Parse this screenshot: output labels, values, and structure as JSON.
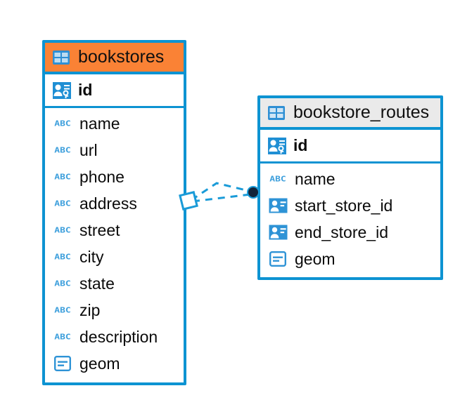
{
  "diagram": {
    "type": "entity-relationship-diagram",
    "accent_color": "#0d93d2",
    "highlight_color": "#fa8235",
    "header_grey": "#eaeaea",
    "entities": [
      {
        "name": "bookstores",
        "header_style": "orange",
        "table_icon": "table-icon",
        "fields": [
          {
            "name": "id",
            "icon": "primary-key-id-icon",
            "type": "pk"
          },
          {
            "name": "name",
            "icon": "abc-text-icon",
            "type": "text"
          },
          {
            "name": "url",
            "icon": "abc-text-icon",
            "type": "text"
          },
          {
            "name": "phone",
            "icon": "abc-text-icon",
            "type": "text"
          },
          {
            "name": "address",
            "icon": "abc-text-icon",
            "type": "text"
          },
          {
            "name": "street",
            "icon": "abc-text-icon",
            "type": "text"
          },
          {
            "name": "city",
            "icon": "abc-text-icon",
            "type": "text"
          },
          {
            "name": "state",
            "icon": "abc-text-icon",
            "type": "text"
          },
          {
            "name": "zip",
            "icon": "abc-text-icon",
            "type": "text"
          },
          {
            "name": "description",
            "icon": "abc-text-icon",
            "type": "text"
          },
          {
            "name": "geom",
            "icon": "geometry-icon",
            "type": "geometry"
          }
        ]
      },
      {
        "name": "bookstore_routes",
        "header_style": "grey",
        "table_icon": "table-icon",
        "fields": [
          {
            "name": "id",
            "icon": "primary-key-id-icon",
            "type": "pk"
          },
          {
            "name": "name",
            "icon": "abc-text-icon",
            "type": "text"
          },
          {
            "name": "start_store_id",
            "icon": "foreign-key-id-icon",
            "type": "fk"
          },
          {
            "name": "end_store_id",
            "icon": "foreign-key-id-icon",
            "type": "fk"
          },
          {
            "name": "geom",
            "icon": "geometry-icon",
            "type": "geometry"
          }
        ]
      }
    ],
    "relationship": {
      "source_endpoint": "diamond-endpoint",
      "target_endpoint": "filled-circle-endpoint",
      "line_style": "dashed"
    }
  }
}
